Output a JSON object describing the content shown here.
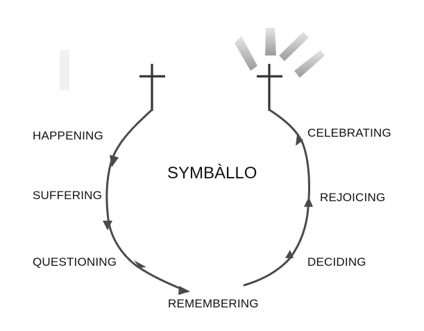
{
  "title": "SYMBÀLLO",
  "stages": {
    "happening": "HAPPENING",
    "suffering": "SUFFERING",
    "questioning": "QUESTIONING",
    "remembering": "REMEMBERING",
    "deciding": "DECIDING",
    "rejoicing": "REJOICING",
    "celebrating": "CELEBRATING"
  },
  "symbols": {
    "left_cross": "cross-icon",
    "right_cross": "cross-icon",
    "radiance": "light-rays-icon"
  },
  "colors": {
    "path": "#4a4a4a",
    "cross": "#333333",
    "rays": "#a8a8a8",
    "text": "#111111"
  }
}
